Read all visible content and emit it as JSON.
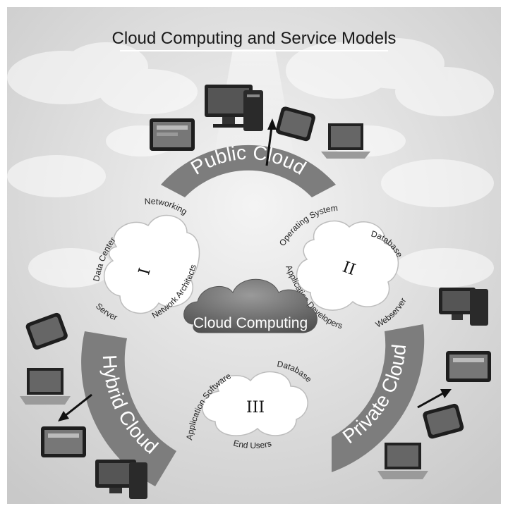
{
  "title": "Cloud Computing and Service Models",
  "center_label": "Cloud Computing",
  "arcs": {
    "public": "Public Cloud",
    "hybrid": "Hybrid Cloud",
    "private": "Private Cloud"
  },
  "clouds": {
    "one": {
      "numeral": "I",
      "labels": {
        "networking": "Networking",
        "data_center": "Data Center",
        "network_architects": "Network Architects",
        "server": "Server"
      }
    },
    "two": {
      "numeral": "II",
      "labels": {
        "operating_system": "Operating System",
        "database": "Database",
        "application_developers": "Application Developers",
        "webserver": "Webserver"
      }
    },
    "three": {
      "numeral": "III",
      "labels": {
        "application_software": "Application Software",
        "database": "Database",
        "end_users": "End Users"
      }
    }
  },
  "device_icons": [
    "desktop-computer-icon",
    "tablet-icon",
    "laptop-icon",
    "arrow-icon"
  ],
  "colors": {
    "arc": "#7d7d7d",
    "sky": "#dcdcdc",
    "cloud": "#ffffff",
    "center_cloud": "#6e6e6e"
  }
}
